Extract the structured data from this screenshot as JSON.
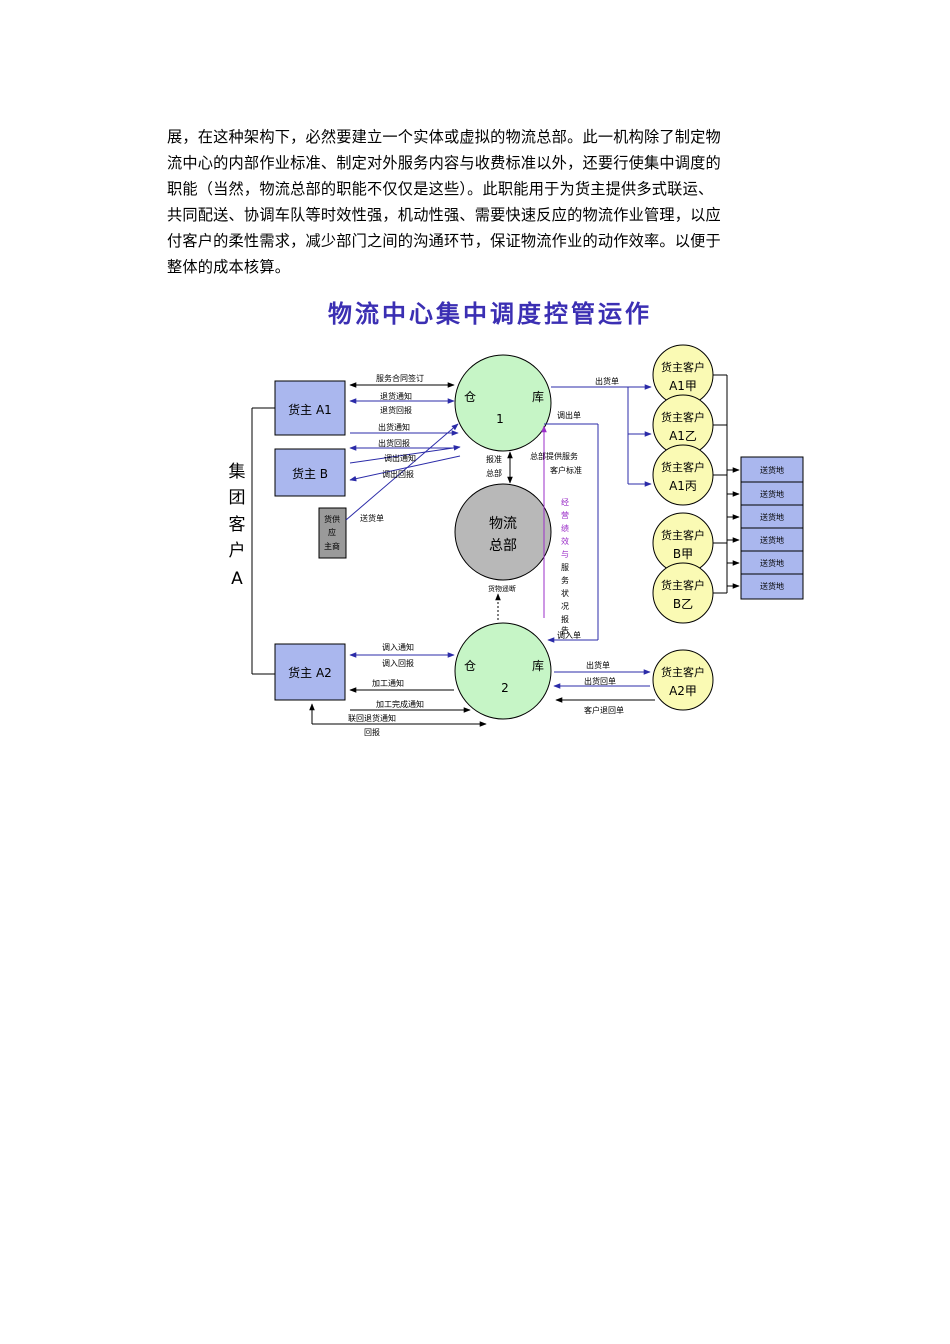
{
  "paragraph": {
    "lines": [
      "展，在这种架构下，必然要建立一个实体或虚拟的物流总部。此一机构除了制定物",
      "流中心的内部作业标准、制定对外服务内容与收费标准以外，还要行使集中调度的",
      "职能（当然，物流总部的职能不仅仅是这些）。此职能用于为货主提供多式联运、",
      "共同配送、协调车队等时效性强，机动性强、需要快速反应的物流作业管理，以应",
      "付客户的柔性需求，减少部门之间的沟通环节，保证物流作业的动作效率。以便于",
      "整体的成本核算。"
    ]
  },
  "diagram": {
    "title": "物流中心集中调度控管运作",
    "group_label": [
      "集",
      "团",
      "客",
      "户",
      "A"
    ],
    "owners": {
      "a1": "货主 A1",
      "b": "货主 B",
      "a2": "货主 A2",
      "supplier": [
        "货供",
        "应",
        "主商"
      ]
    },
    "warehouse1": {
      "left": "仓",
      "right": "库",
      "number": "1"
    },
    "warehouse2": {
      "left": "仓",
      "right": "库",
      "number": "2"
    },
    "hq": [
      "物流",
      "总部"
    ],
    "customers": [
      {
        "line1": "货主客户",
        "line2": "A1甲"
      },
      {
        "line1": "货主客户",
        "line2": "A1乙"
      },
      {
        "line1": "货主客户",
        "line2": "A1丙"
      },
      {
        "line1": "货主客户",
        "line2": "B甲"
      },
      {
        "line1": "货主客户",
        "line2": "B乙"
      },
      {
        "line1": "货主客户",
        "line2": "A2甲"
      }
    ],
    "destinations": [
      "送货地",
      "送货地",
      "送货地",
      "送货地",
      "送货地",
      "送货地"
    ],
    "labels": {
      "contract": "服务合同签订",
      "return_notice": "退货通知",
      "return_report": "退货回报",
      "ship_notice": "出货通知",
      "ship_report": "出货回报",
      "transfer_out_notice": "调出通知",
      "transfer_out_report": "调出回报",
      "delivery_note": "送货单",
      "ship_order_1": "出货单",
      "transfer_out_order": "调出单",
      "report_std": [
        "报准",
        "总部"
      ],
      "hq_service": [
        "总部提供服务",
        "客户标准"
      ],
      "purple_vertical": [
        "经",
        "营",
        "绩",
        "效",
        "与",
        "服",
        "务",
        "状",
        "况",
        "报",
        "告"
      ],
      "transfer_in_order": "调入单",
      "cargo_dispatch": "货物遥断",
      "transfer_in_notice": "调入通知",
      "transfer_in_report": "调入回报",
      "process_notice": "加工通知",
      "process_done": "加工完成通知",
      "joint_return": "联回退货通知",
      "reply": "回报",
      "ship_order_2": "出货单",
      "ship_return_order": "出货回单",
      "customer_return_order": "客户退回单"
    }
  }
}
